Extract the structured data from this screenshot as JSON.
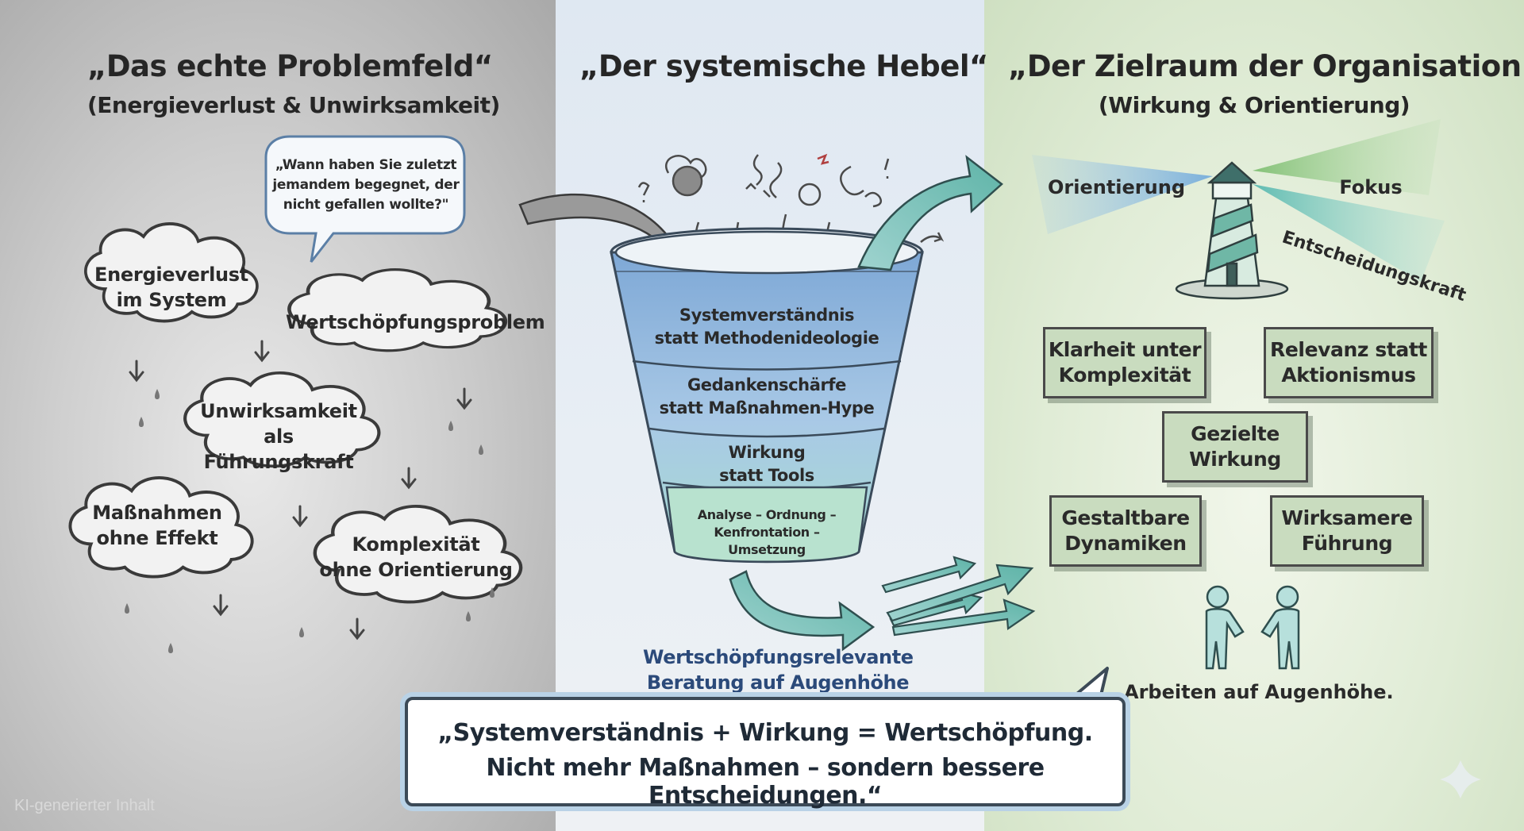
{
  "panels": {
    "left": {
      "title": "„Das echte Problemfeld“",
      "subtitle": "(Energieverlust & Unwirksamkeit)",
      "speech_bubble": [
        "„Wann haben Sie zuletzt",
        "jemandem begegnet, der",
        "nicht gefallen wollte?\""
      ],
      "clouds": [
        {
          "line1": "Energieverlust",
          "line2": "im System"
        },
        {
          "line1": "Wertschöpfungsproblem",
          "line2": ""
        },
        {
          "line1": "Unwirksamkeit als",
          "line2": "Führungskraft"
        },
        {
          "line1": "Maßnahmen",
          "line2": "ohne Effekt"
        },
        {
          "line1": "Komplexität",
          "line2": "ohne Orientierung"
        }
      ]
    },
    "middle": {
      "title": "„Der systemische Hebel“",
      "funnel_layers": [
        {
          "line1": "Systemverständnis",
          "line2": "statt Methodenideologie"
        },
        {
          "line1": "Gedankenschärfe",
          "line2": "statt Maßnahmen-Hype"
        },
        {
          "line1": "Wirkung",
          "line2": "statt Tools"
        },
        {
          "line1": "Analyse – Ordnung –",
          "line2": "Kenfrontation –",
          "line3": "Umsetzung"
        }
      ],
      "output_label": [
        "Wertschöpfungsrelevante",
        "Beratung auf Augenhöhe"
      ]
    },
    "right": {
      "title": "„Der Zielraum der Organisation“",
      "subtitle": "(Wirkung & Orientierung)",
      "beams": {
        "left": "Orientierung",
        "right_top": "Fokus",
        "right_bottom": "Entscheidungskraft"
      },
      "boxes": [
        {
          "line1": "Klarheit unter",
          "line2": "Komplexität"
        },
        {
          "line1": "Relevanz statt",
          "line2": "Aktionismus"
        },
        {
          "line1": "Gezielte",
          "line2": "Wirkung"
        },
        {
          "line1": "Gestaltbare",
          "line2": "Dynamiken"
        },
        {
          "line1": "Wirksamere",
          "line2": "Führung"
        }
      ],
      "handshake_caption": "Arbeiten auf Augenhöhe."
    }
  },
  "quote": {
    "line1": "„Systemverständnis + Wirkung = Wertschöpfung.",
    "line2": "Nicht mehr Maßnahmen – sondern bessere Entscheidungen.“"
  },
  "watermark": "KI-generierter Inhalt",
  "colors": {
    "left_bg": "#bdbdbd",
    "middle_bg": "#e3ebf3",
    "right_bg": "#dbe9d0",
    "box_fill": "#c9dcbf",
    "funnel_blue": "#7ea8d6",
    "funnel_teal": "#9fd3cf",
    "arrow_teal": "#6bbfb3",
    "quote_border": "#3c4a57"
  }
}
